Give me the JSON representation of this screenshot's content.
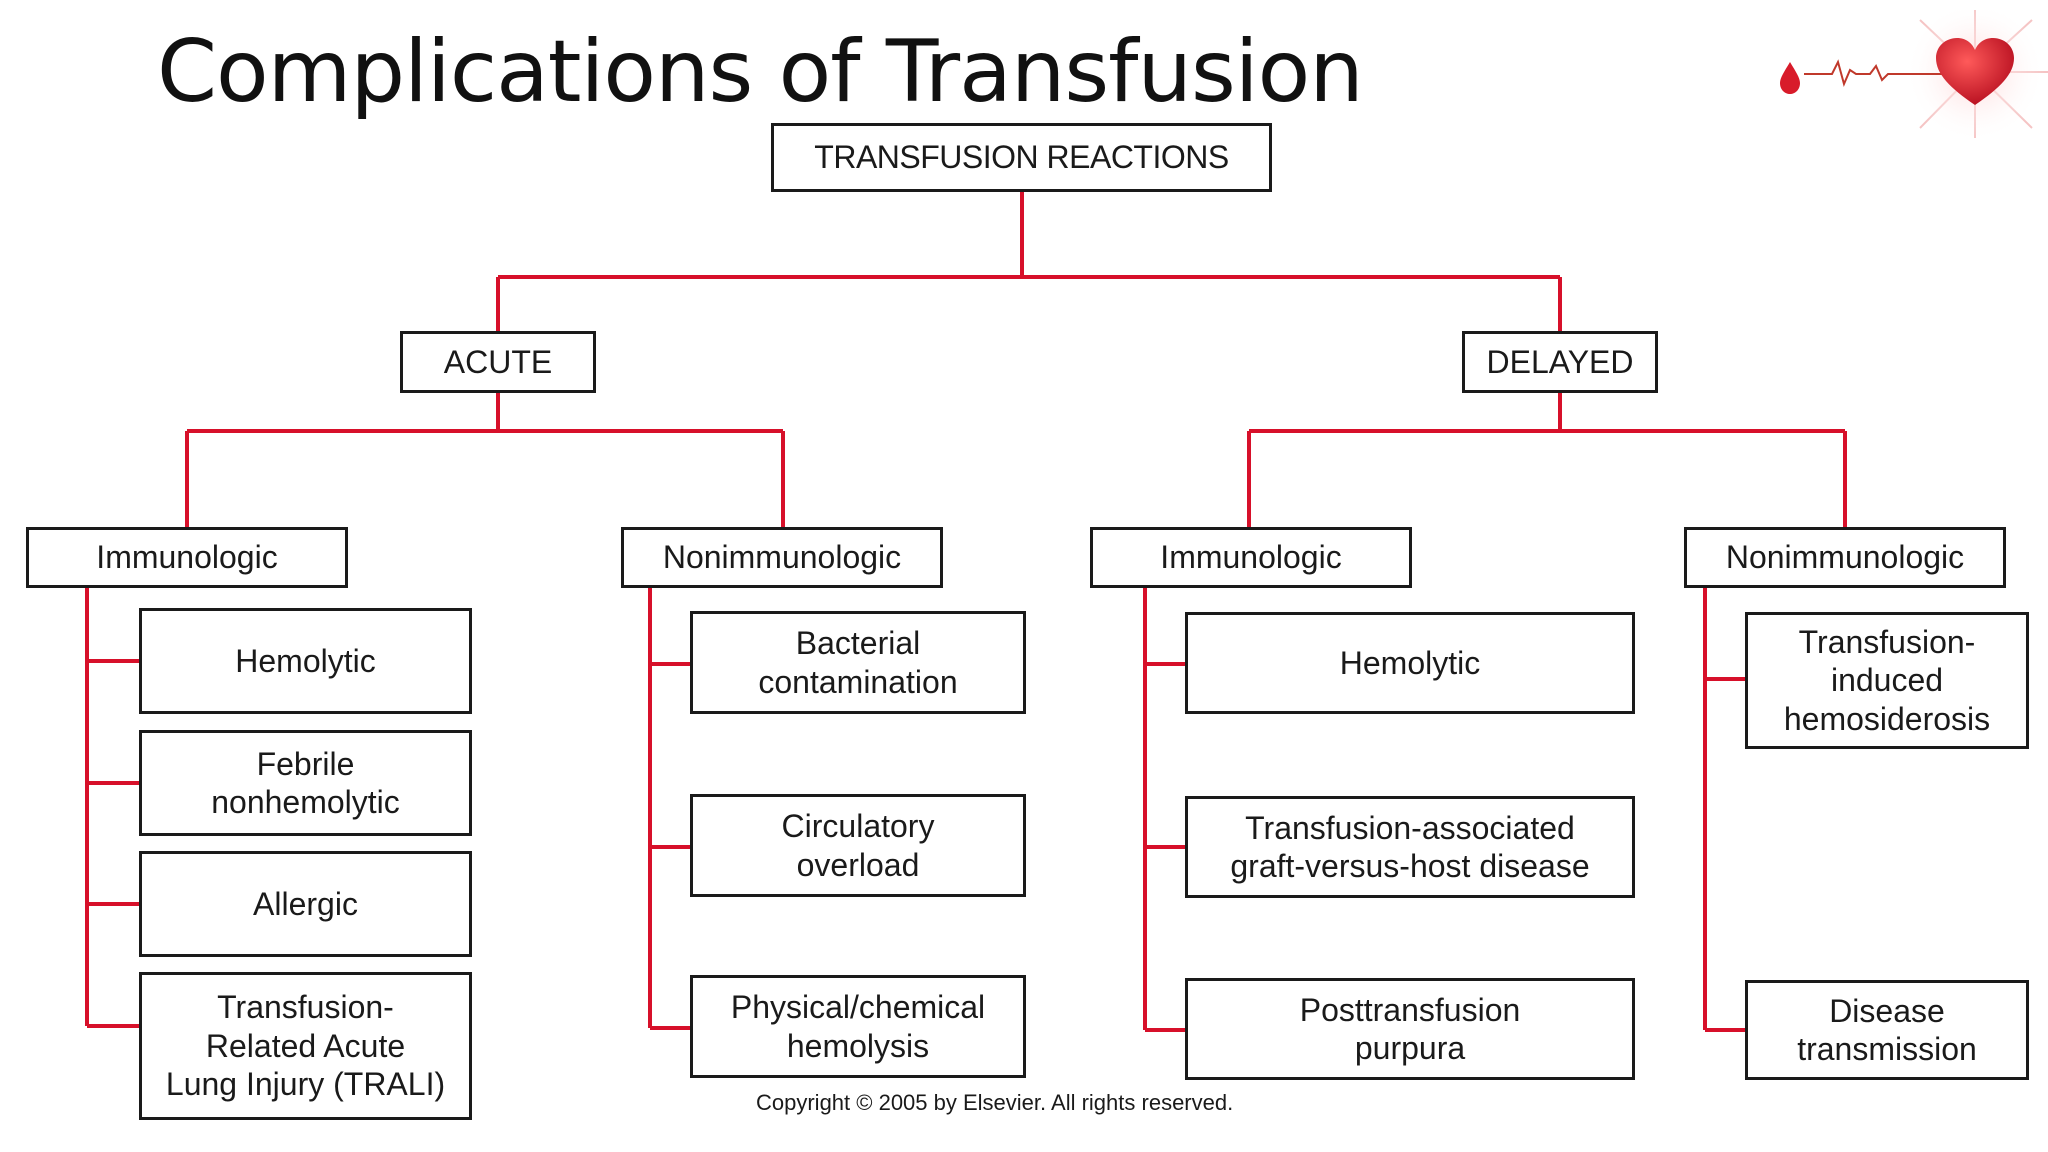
{
  "slide": {
    "title": "Complications of Transfusion",
    "copyright": "Copyright © 2005 by Elsevier. All rights reserved."
  },
  "colors": {
    "connector": "#d7102a",
    "box_border": "#1a1a1a",
    "text": "#1a1a1a",
    "logo_red": "#d81b2a"
  },
  "logo": {
    "icon": "blood-drop-heartbeat-heart-icon"
  },
  "diagram": {
    "root": "TRANSFUSION REACTIONS",
    "acute": {
      "label": "ACUTE",
      "immunologic": {
        "label": "Immunologic",
        "items": [
          "Hemolytic",
          "Febrile\nnonhemolytic",
          "Allergic",
          "Transfusion-\nRelated  Acute\nLung  Injury  (TRALI)"
        ]
      },
      "nonimmunologic": {
        "label": "Nonimmunologic",
        "items": [
          "Bacterial\ncontamination",
          "Circulatory\noverload",
          "Physical/chemical\nhemolysis"
        ]
      }
    },
    "delayed": {
      "label": "DELAYED",
      "immunologic": {
        "label": "Immunologic",
        "items": [
          "Hemolytic",
          "Transfusion-associated\ngraft-versus-host  disease",
          "Posttransfusion\npurpura"
        ]
      },
      "nonimmunologic": {
        "label": "Nonimmunologic",
        "items": [
          "Transfusion-\ninduced\nhemosiderosis",
          "Disease\ntransmission"
        ]
      }
    }
  }
}
